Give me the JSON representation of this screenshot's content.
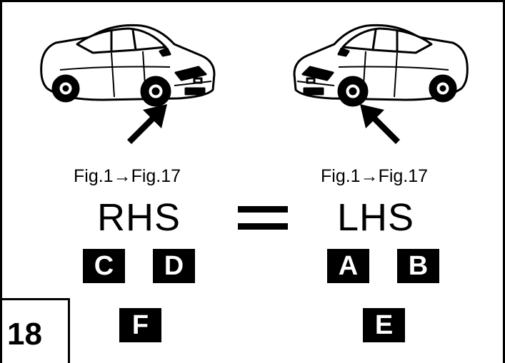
{
  "left_panel": {
    "fig_range": "Fig.1→Fig.17",
    "side_label": "RHS",
    "badges": [
      "C",
      "D",
      "F"
    ]
  },
  "right_panel": {
    "fig_range": "Fig.1→Fig.17",
    "side_label": "LHS",
    "badges": [
      "A",
      "B",
      "E"
    ]
  },
  "equals_sign": "=",
  "page_number": "18",
  "icons": [
    "car-front-right-icon",
    "car-front-left-icon",
    "arrow-up-left-icon",
    "arrow-up-right-icon"
  ]
}
